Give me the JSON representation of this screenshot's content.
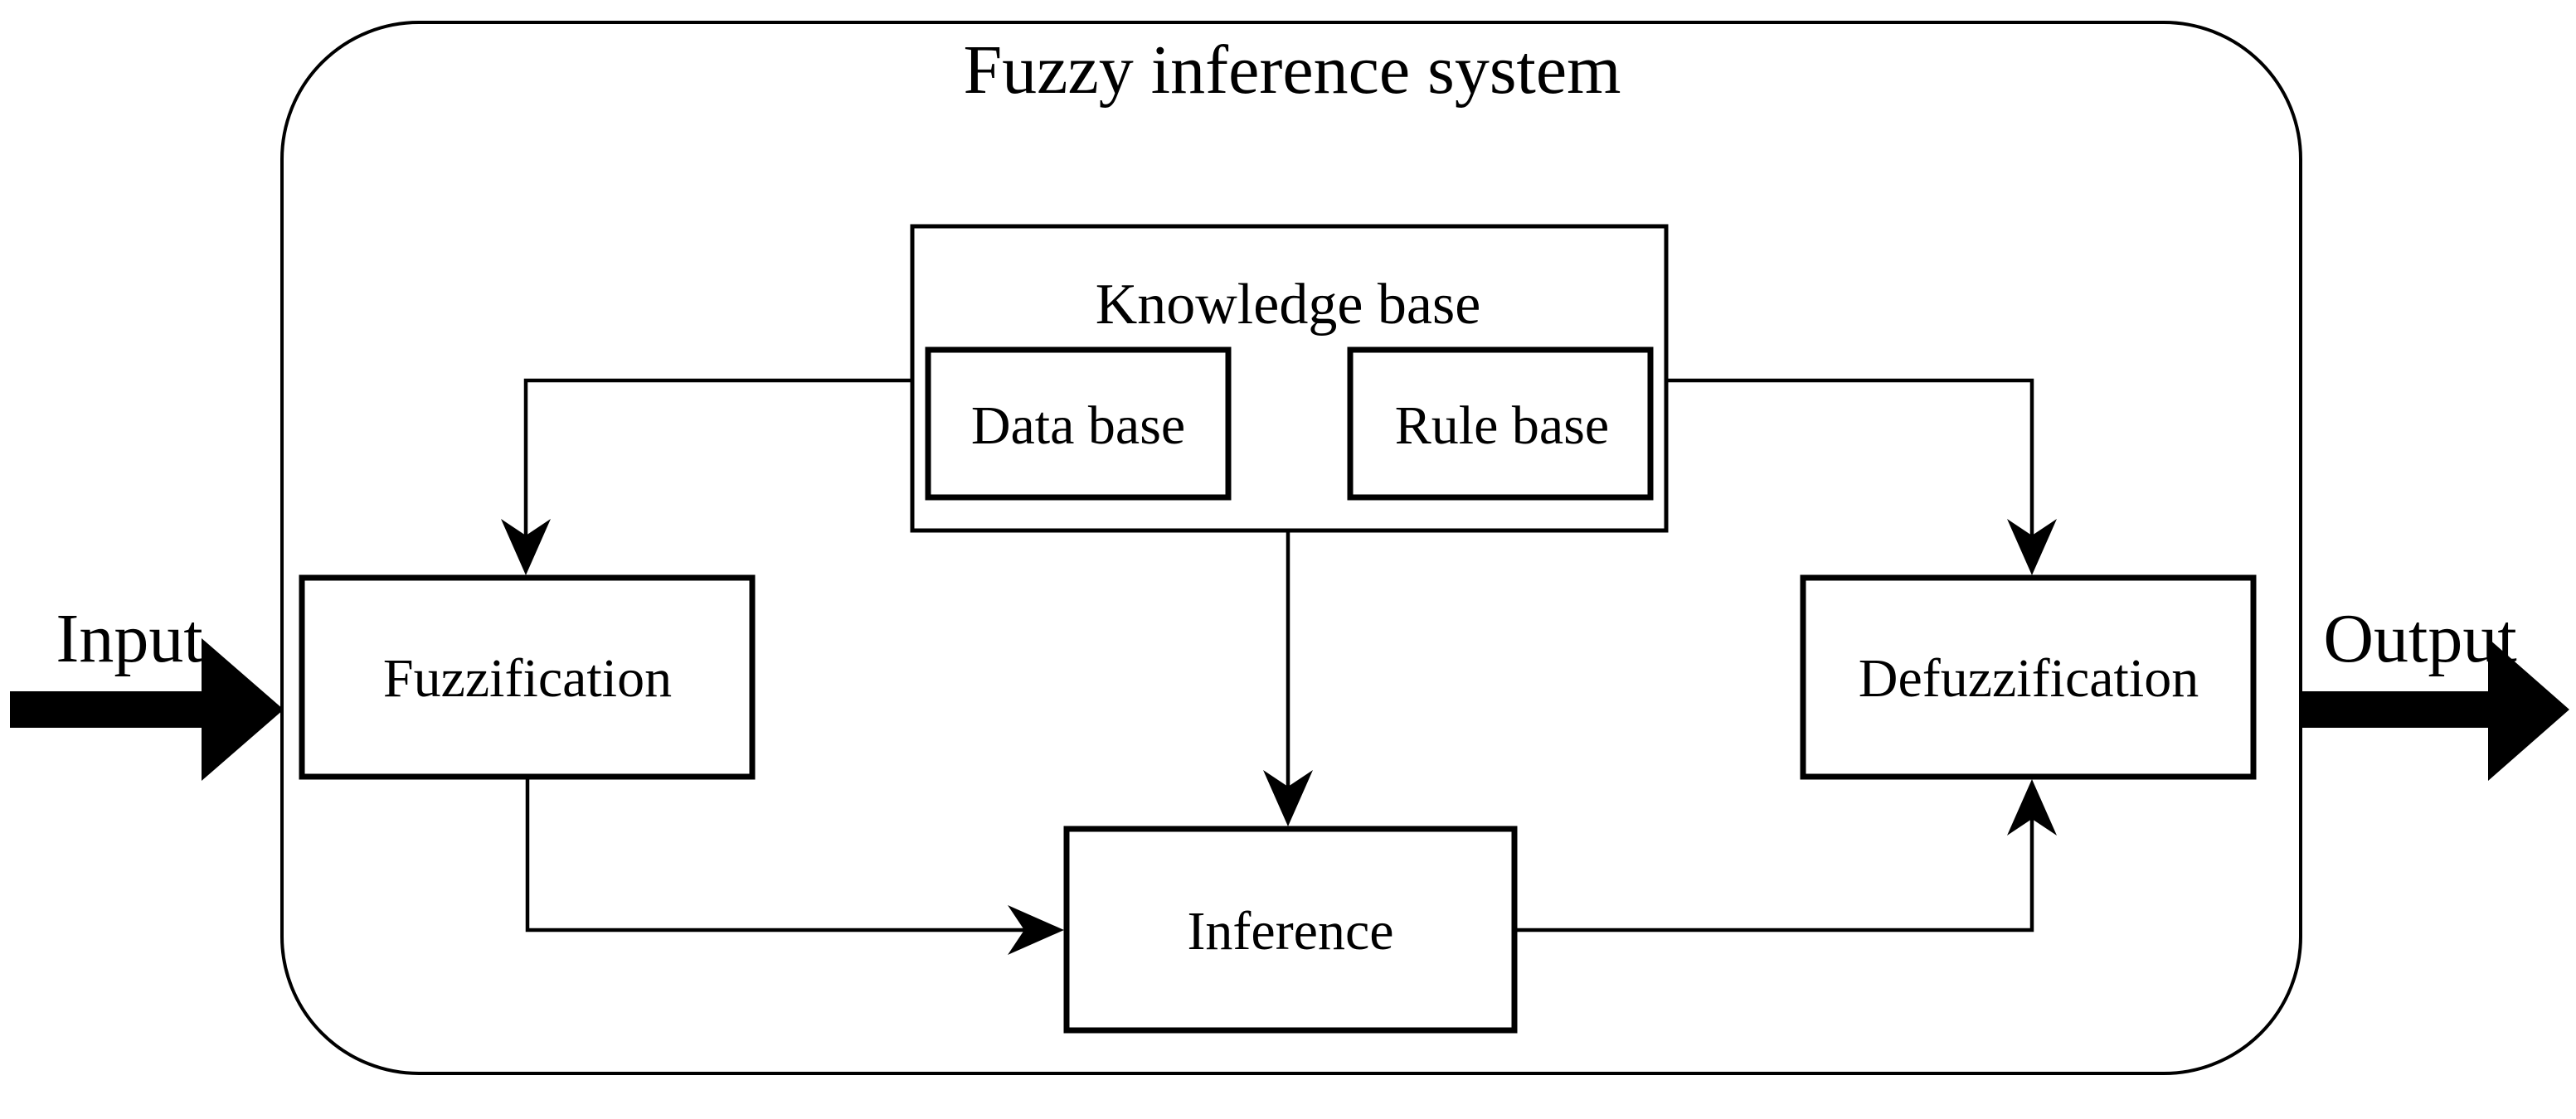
{
  "diagram": {
    "title": "Fuzzy inference system",
    "input_label": "Input",
    "output_label": "Output",
    "nodes": {
      "knowledge_base": {
        "label": "Knowledge base"
      },
      "data_base": {
        "label": "Data base"
      },
      "rule_base": {
        "label": "Rule base"
      },
      "fuzzification": {
        "label": "Fuzzification"
      },
      "inference": {
        "label": "Inference"
      },
      "defuzzification": {
        "label": "Defuzzification"
      }
    },
    "edges": [
      {
        "from": "knowledge_base",
        "to": "fuzzification",
        "style": "thin-arrow"
      },
      {
        "from": "knowledge_base",
        "to": "defuzzification",
        "style": "thin-arrow"
      },
      {
        "from": "knowledge_base",
        "to": "inference",
        "style": "thin-arrow"
      },
      {
        "from": "fuzzification",
        "to": "inference",
        "style": "thin-arrow"
      },
      {
        "from": "inference",
        "to": "defuzzification",
        "style": "thin-arrow"
      },
      {
        "from": "input",
        "to": "system",
        "style": "thick-arrow"
      },
      {
        "from": "system",
        "to": "output",
        "style": "thick-arrow"
      }
    ],
    "colors": {
      "line": "#000000",
      "text": "#000000",
      "background": "#ffffff"
    }
  }
}
